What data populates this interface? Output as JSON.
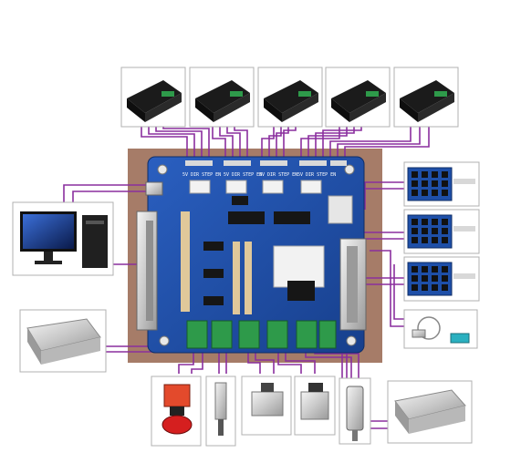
{
  "board": {
    "motor_headers": [
      {
        "label": "5V DIR STEP EN"
      },
      {
        "label": "5V DIR STEP EN"
      },
      {
        "label": "5V DIR STEP EN"
      },
      {
        "label": "5V DIR STEP EN"
      }
    ]
  },
  "colors": {
    "wire": "#8a2f9e",
    "wire_light": "#b46cc4",
    "pcb": "#1f4fa8",
    "pcb_dark": "#163a80",
    "backdrop": "#a67c68",
    "terminal_green": "#2e9a4a",
    "driver_body": "#1b1b1b",
    "photo_border": "#b0b0b0"
  },
  "icons": {
    "computer": "computer-icon",
    "power_supply": "power-supply-icon",
    "stepper_driver": "stepper-driver-icon",
    "keypad": "keypad-icon",
    "probe": "probe-icon",
    "emergency_stop": "emergency-stop-icon",
    "limit_switch": "limit-switch-icon",
    "spindle": "spindle-icon"
  }
}
